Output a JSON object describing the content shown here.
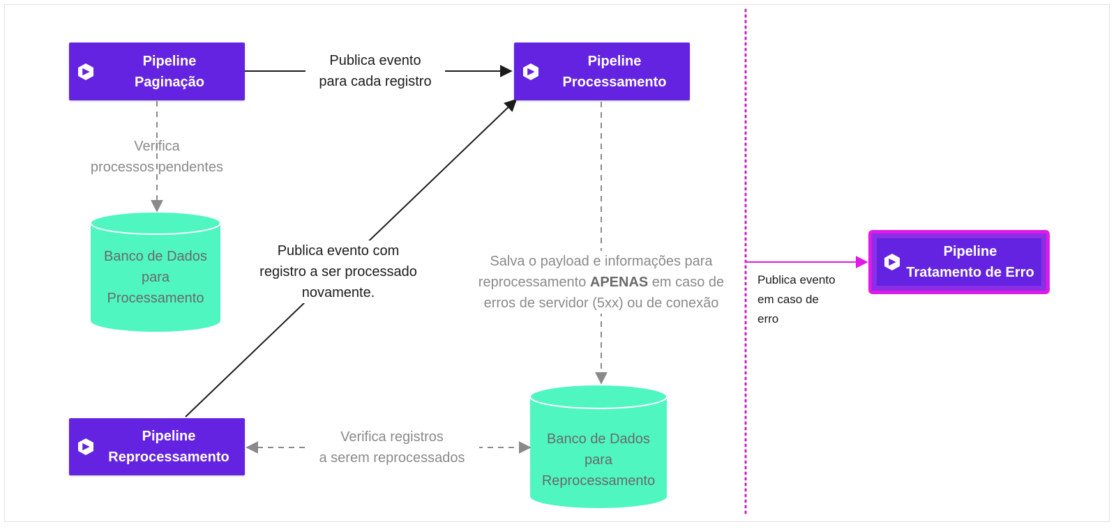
{
  "pipelines": {
    "paginacao": {
      "label": "Pipeline\nPaginação"
    },
    "processamento": {
      "label": "Pipeline\nProcessamento"
    },
    "reprocessamento": {
      "label": "Pipeline\nReprocessamento"
    },
    "tratamento_erro": {
      "label": "Pipeline\nTratamento de Erro"
    }
  },
  "databases": {
    "processamento": {
      "label": "Banco de Dados\npara\nProcessamento"
    },
    "reprocessamento": {
      "label": "Banco de Dados\npara\nReprocessamento"
    }
  },
  "edge_labels": {
    "publica_cada_registro": "Publica evento\npara cada registro",
    "verifica_pendentes": "Verifica\nprocessos pendentes",
    "publica_reprocessar": "Publica evento com\nregistro a ser processado\nnovamente.",
    "salva_payload_pre": "Salva o payload e informações para\nreprocessamento ",
    "salva_payload_bold": "APENAS",
    "salva_payload_post": " em caso de\nerros de servidor (5xx) ou de conexão",
    "verifica_reprocessar": "Verifica registros\na serem reprocessados",
    "publica_erro": "Publica evento\nem caso de\nerro"
  },
  "colors": {
    "pipeline_fill": "#6323e0",
    "database_fill": "#4ff6c0",
    "error_border": "#e018e8",
    "separator": "#c81ccc",
    "solid_arrow": "#1b1b1b",
    "dashed_arrow": "#8a8a8a"
  },
  "icons": {
    "pipeline_logo": "pipeline-logo-icon"
  }
}
